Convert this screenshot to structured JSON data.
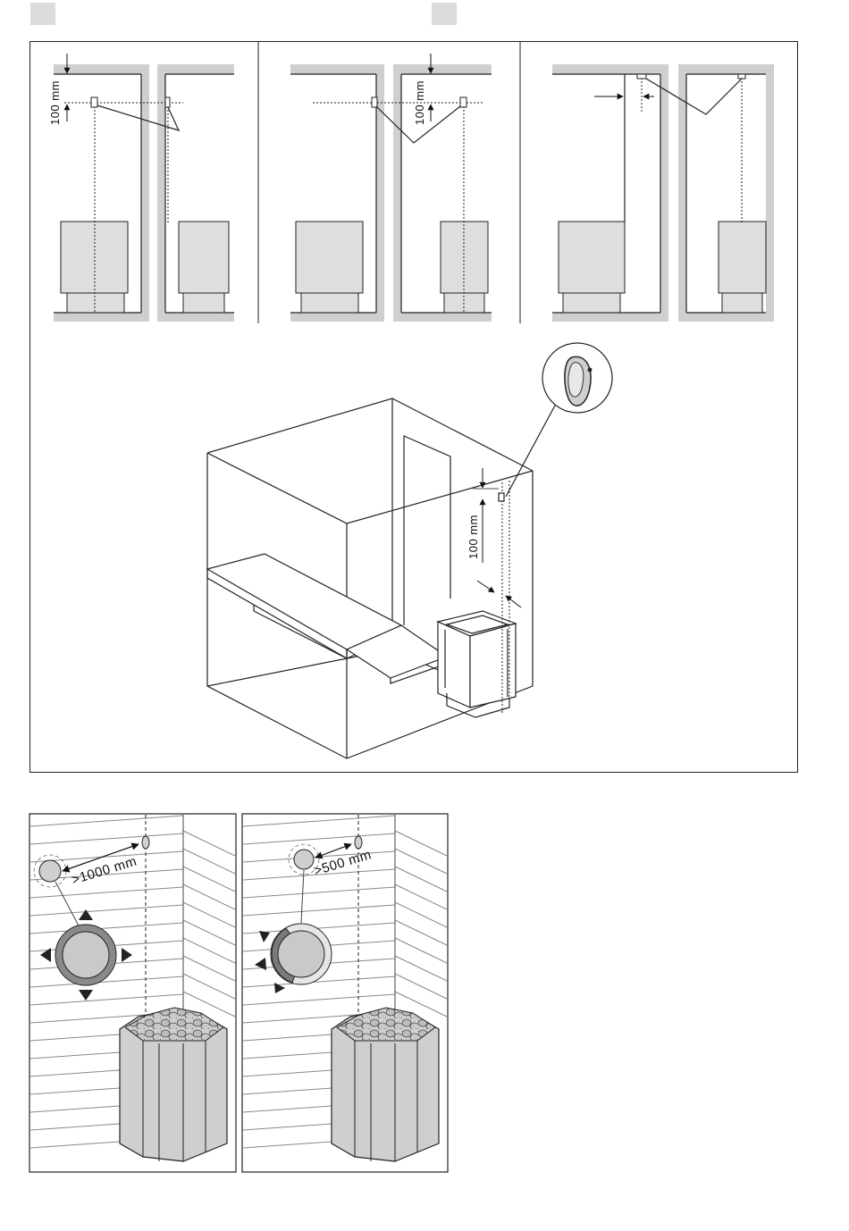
{
  "figure_tags": [
    "",
    ""
  ],
  "top_panels": {
    "panel1": {
      "dimension": "100 mm"
    },
    "panel2": {
      "dimension": "100 mm"
    }
  },
  "perspective": {
    "dimension": "100 mm"
  },
  "bottom_panels": {
    "left": {
      "distance": ">1000 mm"
    },
    "right": {
      "distance": ">500 mm"
    }
  },
  "colors": {
    "wall": "#cfcfcf",
    "heater": "#dedede",
    "outline": "#222222"
  }
}
